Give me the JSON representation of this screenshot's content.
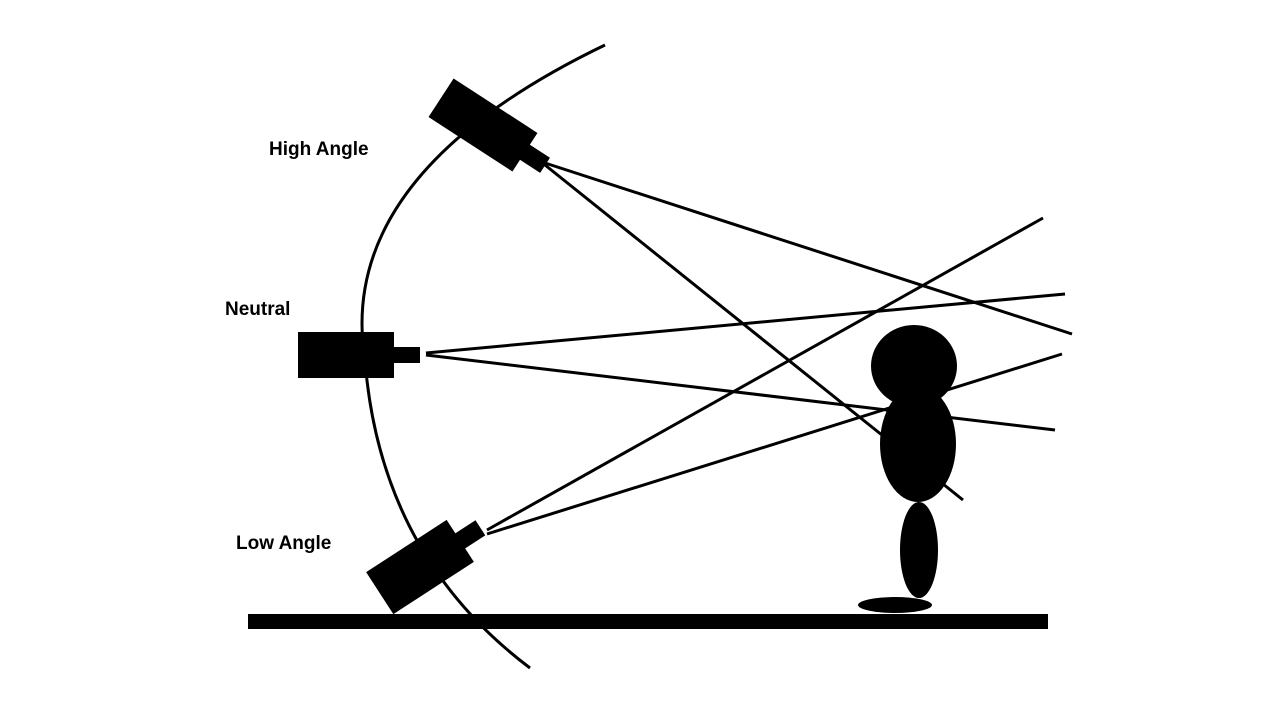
{
  "labels": {
    "high": "High Angle",
    "neutral": "Neutral",
    "low": "Low Angle"
  },
  "colors": {
    "background": "#ffffff",
    "ink": "#000000"
  }
}
